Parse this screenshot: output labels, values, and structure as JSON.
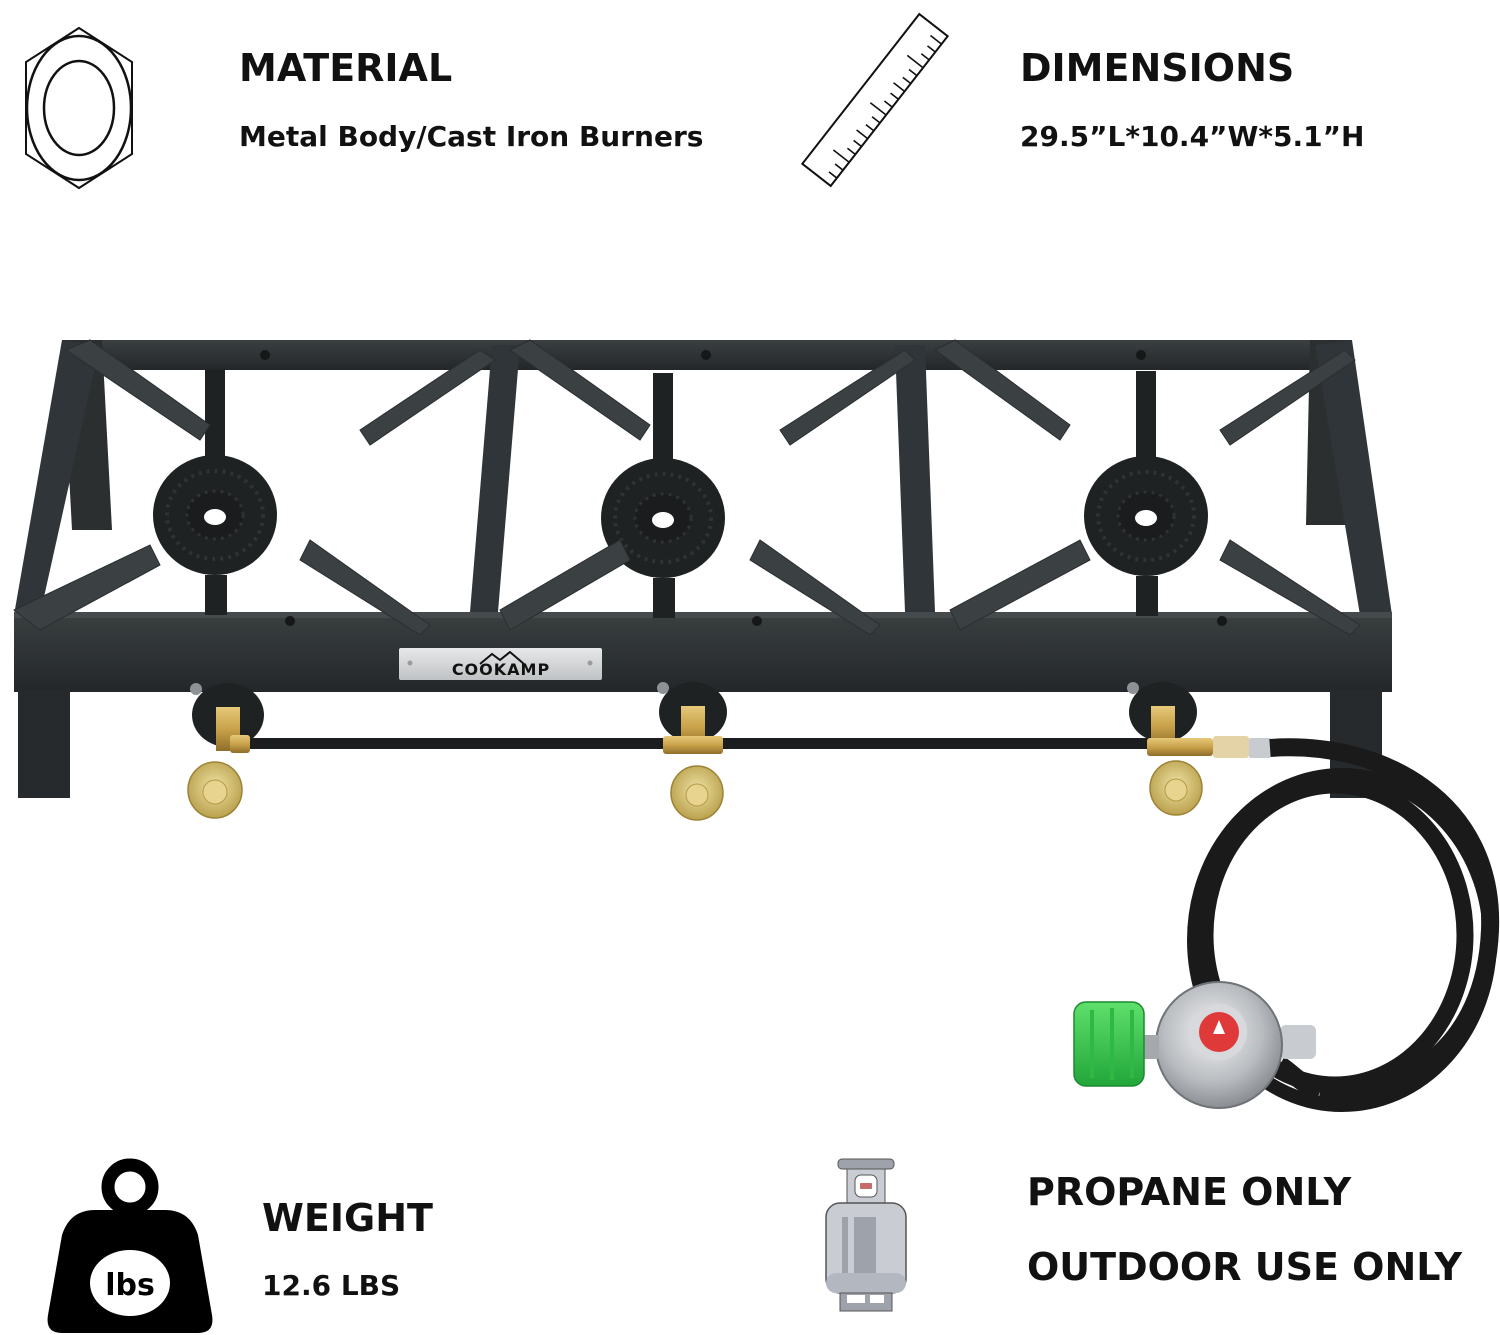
{
  "specs": {
    "material": {
      "icon": "hex-nut-icon",
      "title": "MATERIAL",
      "value": "Metal Body/Cast Iron Burners"
    },
    "dimensions": {
      "icon": "ruler-icon",
      "title": "DIMENSIONS",
      "value": "29.5”L*10.4”W*5.1”H"
    },
    "weight": {
      "icon": "weight-icon",
      "icon_label": "lbs",
      "title": "WEIGHT",
      "value": "12.6 LBS"
    },
    "fuel": {
      "icon": "propane-tank-icon",
      "title": "PROPANE ONLY",
      "subtitle": "OUTDOOR USE ONLY"
    }
  },
  "product": {
    "brand": "COOKAMP",
    "burner_count": 3,
    "colors": {
      "frame": "#2b2f30",
      "burner": "#1f2223",
      "brass": "#c9a24a",
      "hose": "#1a1a1a",
      "regulator_cap": "#35c24a",
      "regulator_body": "#b9bcc0",
      "regulator_badge": "#e0393a"
    }
  }
}
